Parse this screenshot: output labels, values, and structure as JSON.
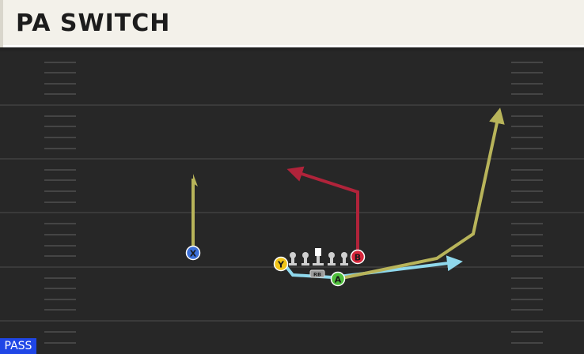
{
  "play": {
    "name": "PA SWITCH",
    "type": "PASS"
  },
  "players": {
    "x": {
      "label": "X",
      "color": "#3b6fd8"
    },
    "y": {
      "label": "Y",
      "color": "#f0c419"
    },
    "b": {
      "label": "B",
      "color": "#d8263b"
    },
    "a": {
      "label": "A",
      "color": "#4fbf3c"
    },
    "rb": {
      "label": "RB"
    }
  },
  "colors": {
    "field": "#272727",
    "yard_line": "#3a3a3a",
    "hash_mark": "#454545",
    "route_gold": "#b8b45a",
    "route_red": "#b0233a",
    "route_blue": "#8fd8ec",
    "lineman": "#cfcfcf",
    "title_bar": "#f3f1ea",
    "badge": "#1f46e6"
  }
}
